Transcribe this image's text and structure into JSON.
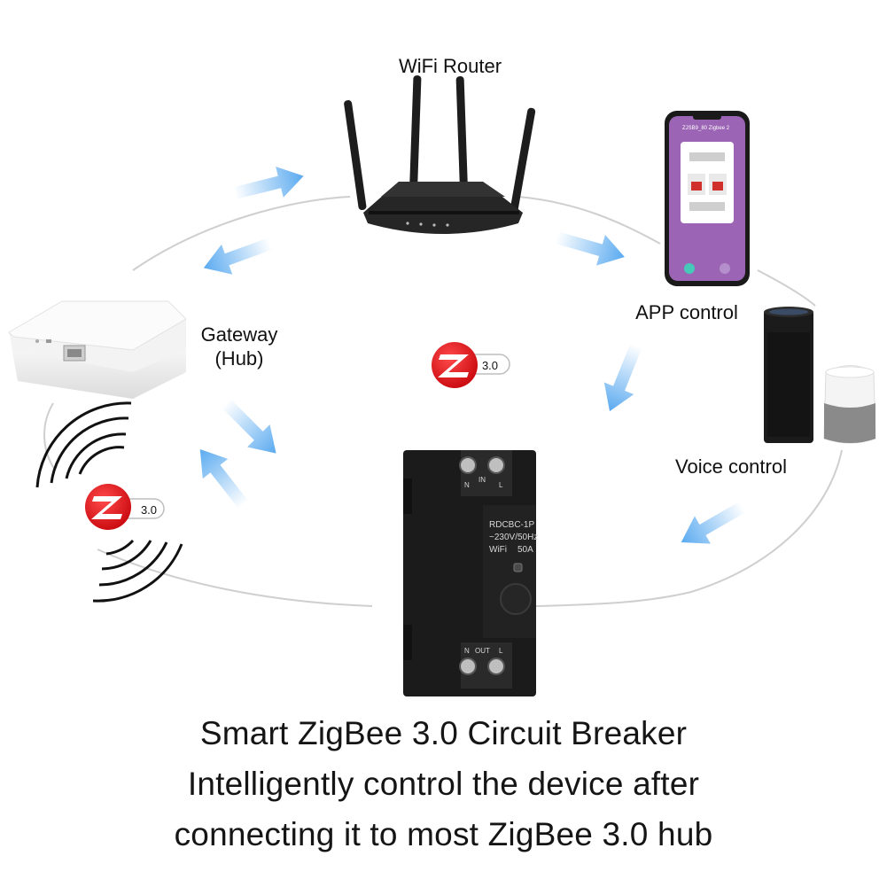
{
  "labels": {
    "router": "WiFi Router",
    "app": "APP control",
    "gateway_line1": "Gateway",
    "gateway_line2": "(Hub)",
    "voice": "Voice control"
  },
  "badges": {
    "zigbee_version": "3.0"
  },
  "breaker": {
    "model": "RDCBC-1P",
    "rating": "~230V/50Hz",
    "wifi": "WiFi",
    "current": "50A",
    "terminal_top_n": "N",
    "terminal_top_in": "IN",
    "terminal_top_l": "L",
    "terminal_bottom_n": "N",
    "terminal_bottom_out": "OUT",
    "terminal_bottom_l": "L"
  },
  "phone": {
    "app_title": "ZJSB9_80 Zigbee 2"
  },
  "caption": {
    "line1": "Smart ZigBee 3.0 Circuit Breaker",
    "line2": "Intelligently control the device after",
    "line3": "connecting it to most ZigBee 3.0 hub"
  },
  "colors": {
    "arrow": "#5aaaf0",
    "zigbee_red": "#e3151c",
    "phone_purple": "#9b64b4",
    "orbit": "#cccccc"
  }
}
